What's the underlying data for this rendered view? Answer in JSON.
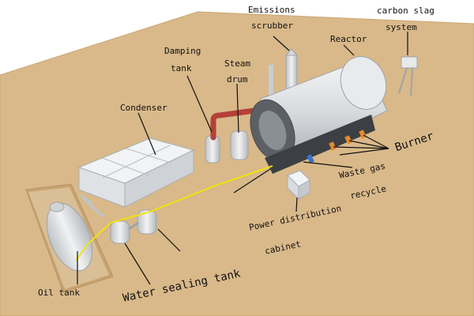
{
  "labels": {
    "emissions_scrubber_1": "Emissions",
    "emissions_scrubber_2": "scrubber",
    "carbon_slag_1": "carbon slag",
    "carbon_slag_2": "system",
    "damping_tank_1": "Damping",
    "damping_tank_2": "tank",
    "steam_drum_1": "Steam",
    "steam_drum_2": "drum",
    "reactor": "Reactor",
    "condenser": "Condenser",
    "burner": "Burner",
    "waste_gas_1": "Waste gas",
    "waste_gas_2": "recycle",
    "power_cabinet_1": "Power distribution",
    "power_cabinet_2": "cabinet",
    "water_sealing_tank": "Water sealing tank",
    "oil_tank": "Oil tank"
  },
  "colors": {
    "ground": "#d9b98a",
    "ground_edge": "#c9a672",
    "metal": "#e4e6e8",
    "metal_dark": "#b9bec3",
    "pipe_red": "#b4413a",
    "signal_yellow": "#f2e600"
  }
}
